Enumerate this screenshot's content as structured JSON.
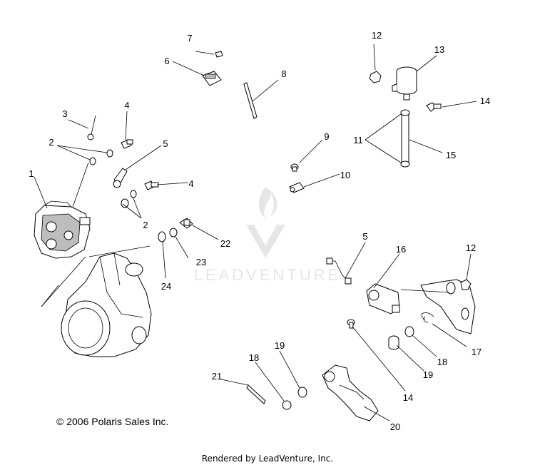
{
  "callouts": [
    "1",
    "2",
    "2",
    "3",
    "4",
    "4",
    "5",
    "5",
    "6",
    "7",
    "8",
    "9",
    "10",
    "11",
    "12",
    "12",
    "13",
    "14",
    "14",
    "15",
    "16",
    "17",
    "18",
    "18",
    "19",
    "19",
    "20",
    "21",
    "22",
    "23",
    "24"
  ],
  "watermark": {
    "text": "LEADVENTURE"
  },
  "footer": {
    "copyright": "© 2006 Polaris Sales Inc.",
    "rendered_by": "Rendered by LeadVenture, Inc."
  }
}
